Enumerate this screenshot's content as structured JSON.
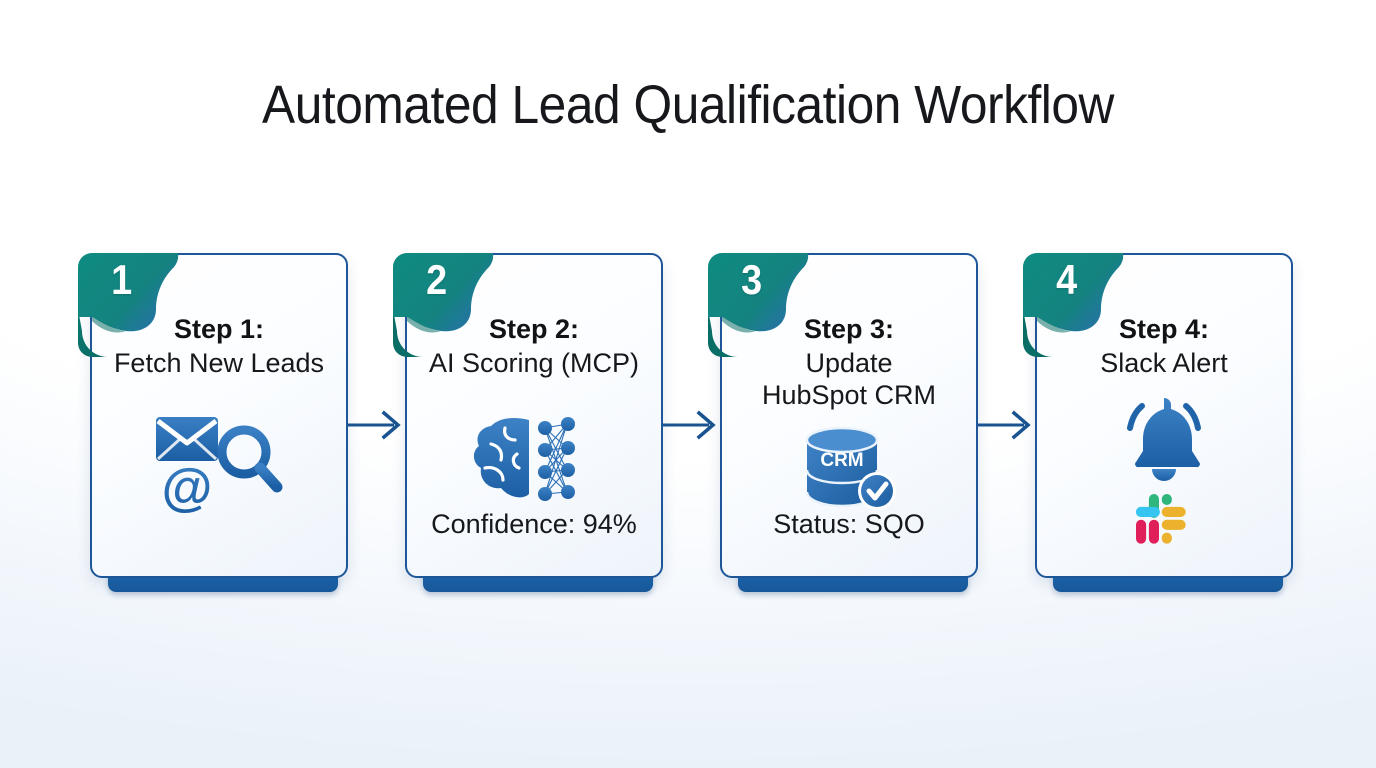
{
  "page": {
    "title": "Automated Lead Qualification Workflow",
    "background_color": "#ffffff",
    "accent_color": "#1d5699",
    "ribbon_color_start": "#0f8a80",
    "ribbon_color_end": "#2d6cb5"
  },
  "steps": [
    {
      "number": "1",
      "heading": "Step 1:",
      "subheading": "Fetch New Leads",
      "footer": "",
      "icon": "email-search-icon"
    },
    {
      "number": "2",
      "heading": "Step 2:",
      "subheading": "AI Scoring (MCP)",
      "footer": "Confidence: 94%",
      "icon": "brain-neural-network-icon"
    },
    {
      "number": "3",
      "heading": "Step 3:",
      "subheading": "Update\nHubSpot CRM",
      "footer": "Status: SQO",
      "icon": "crm-database-check-icon",
      "database_label": "CRM"
    },
    {
      "number": "4",
      "heading": "Step 4:",
      "subheading": "Slack Alert",
      "footer": "",
      "icon": "bell-slack-icon"
    }
  ],
  "connectors": [
    {
      "name": "arrow-step1-to-step2"
    },
    {
      "name": "arrow-step2-to-step3"
    },
    {
      "name": "arrow-step3-to-step4"
    }
  ],
  "slack_colors": {
    "cyan": "#36C5F0",
    "green": "#2EB67D",
    "red": "#E01E5A",
    "yellow": "#ECB22E"
  }
}
